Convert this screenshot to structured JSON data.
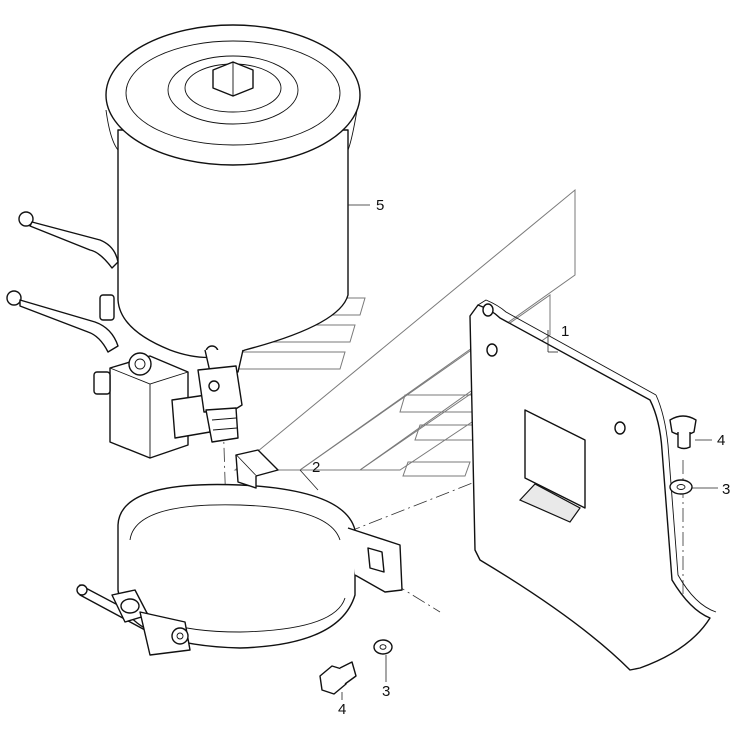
{
  "callouts": {
    "c1": "1",
    "c2": "2",
    "c3a": "3",
    "c3b": "3",
    "c4a": "4",
    "c4b": "4",
    "c5": "5"
  },
  "colors": {
    "line": "#111111",
    "watermark": "#7a7a7a",
    "background": "#ffffff"
  }
}
